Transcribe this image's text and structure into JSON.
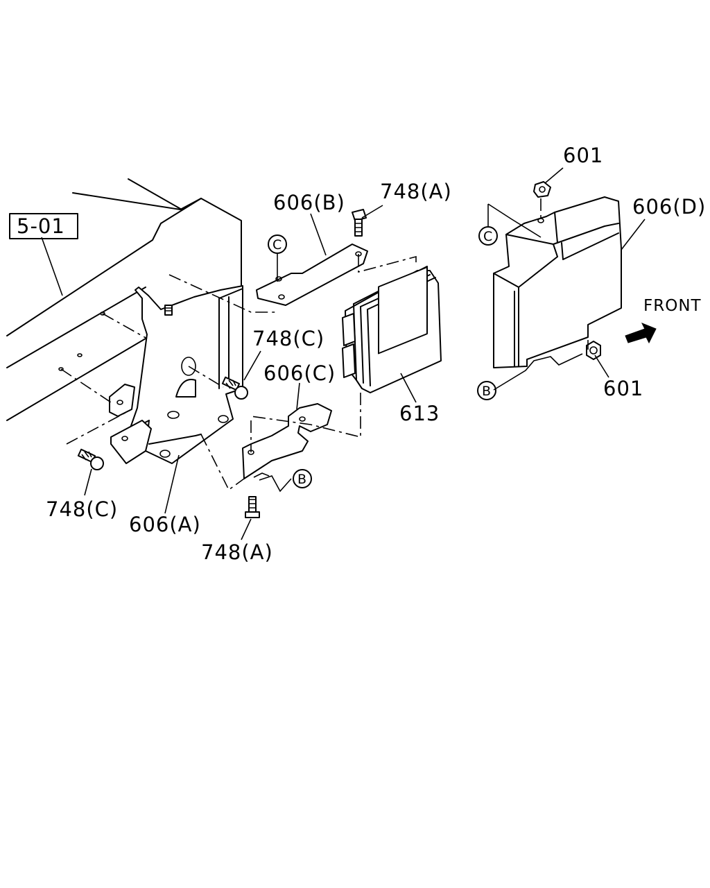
{
  "diagram": {
    "ref_box": "5-01",
    "direction": "FRONT",
    "labels": {
      "nut_top": "601",
      "nut_bottom": "601",
      "cover_d": "606(D)",
      "bracket_b": "606(B)",
      "bolt_a_top": "748(A)",
      "bolt_c_mid": "748(C)",
      "bracket_c": "606(C)",
      "ecu": "613",
      "bolt_c_left": "748(C)",
      "bracket_a": "606(A)",
      "bolt_a_bottom": "748(A)"
    },
    "circle_refs": {
      "c_left": "C",
      "c_right": "C",
      "b_mid": "B",
      "b_right": "B"
    }
  }
}
